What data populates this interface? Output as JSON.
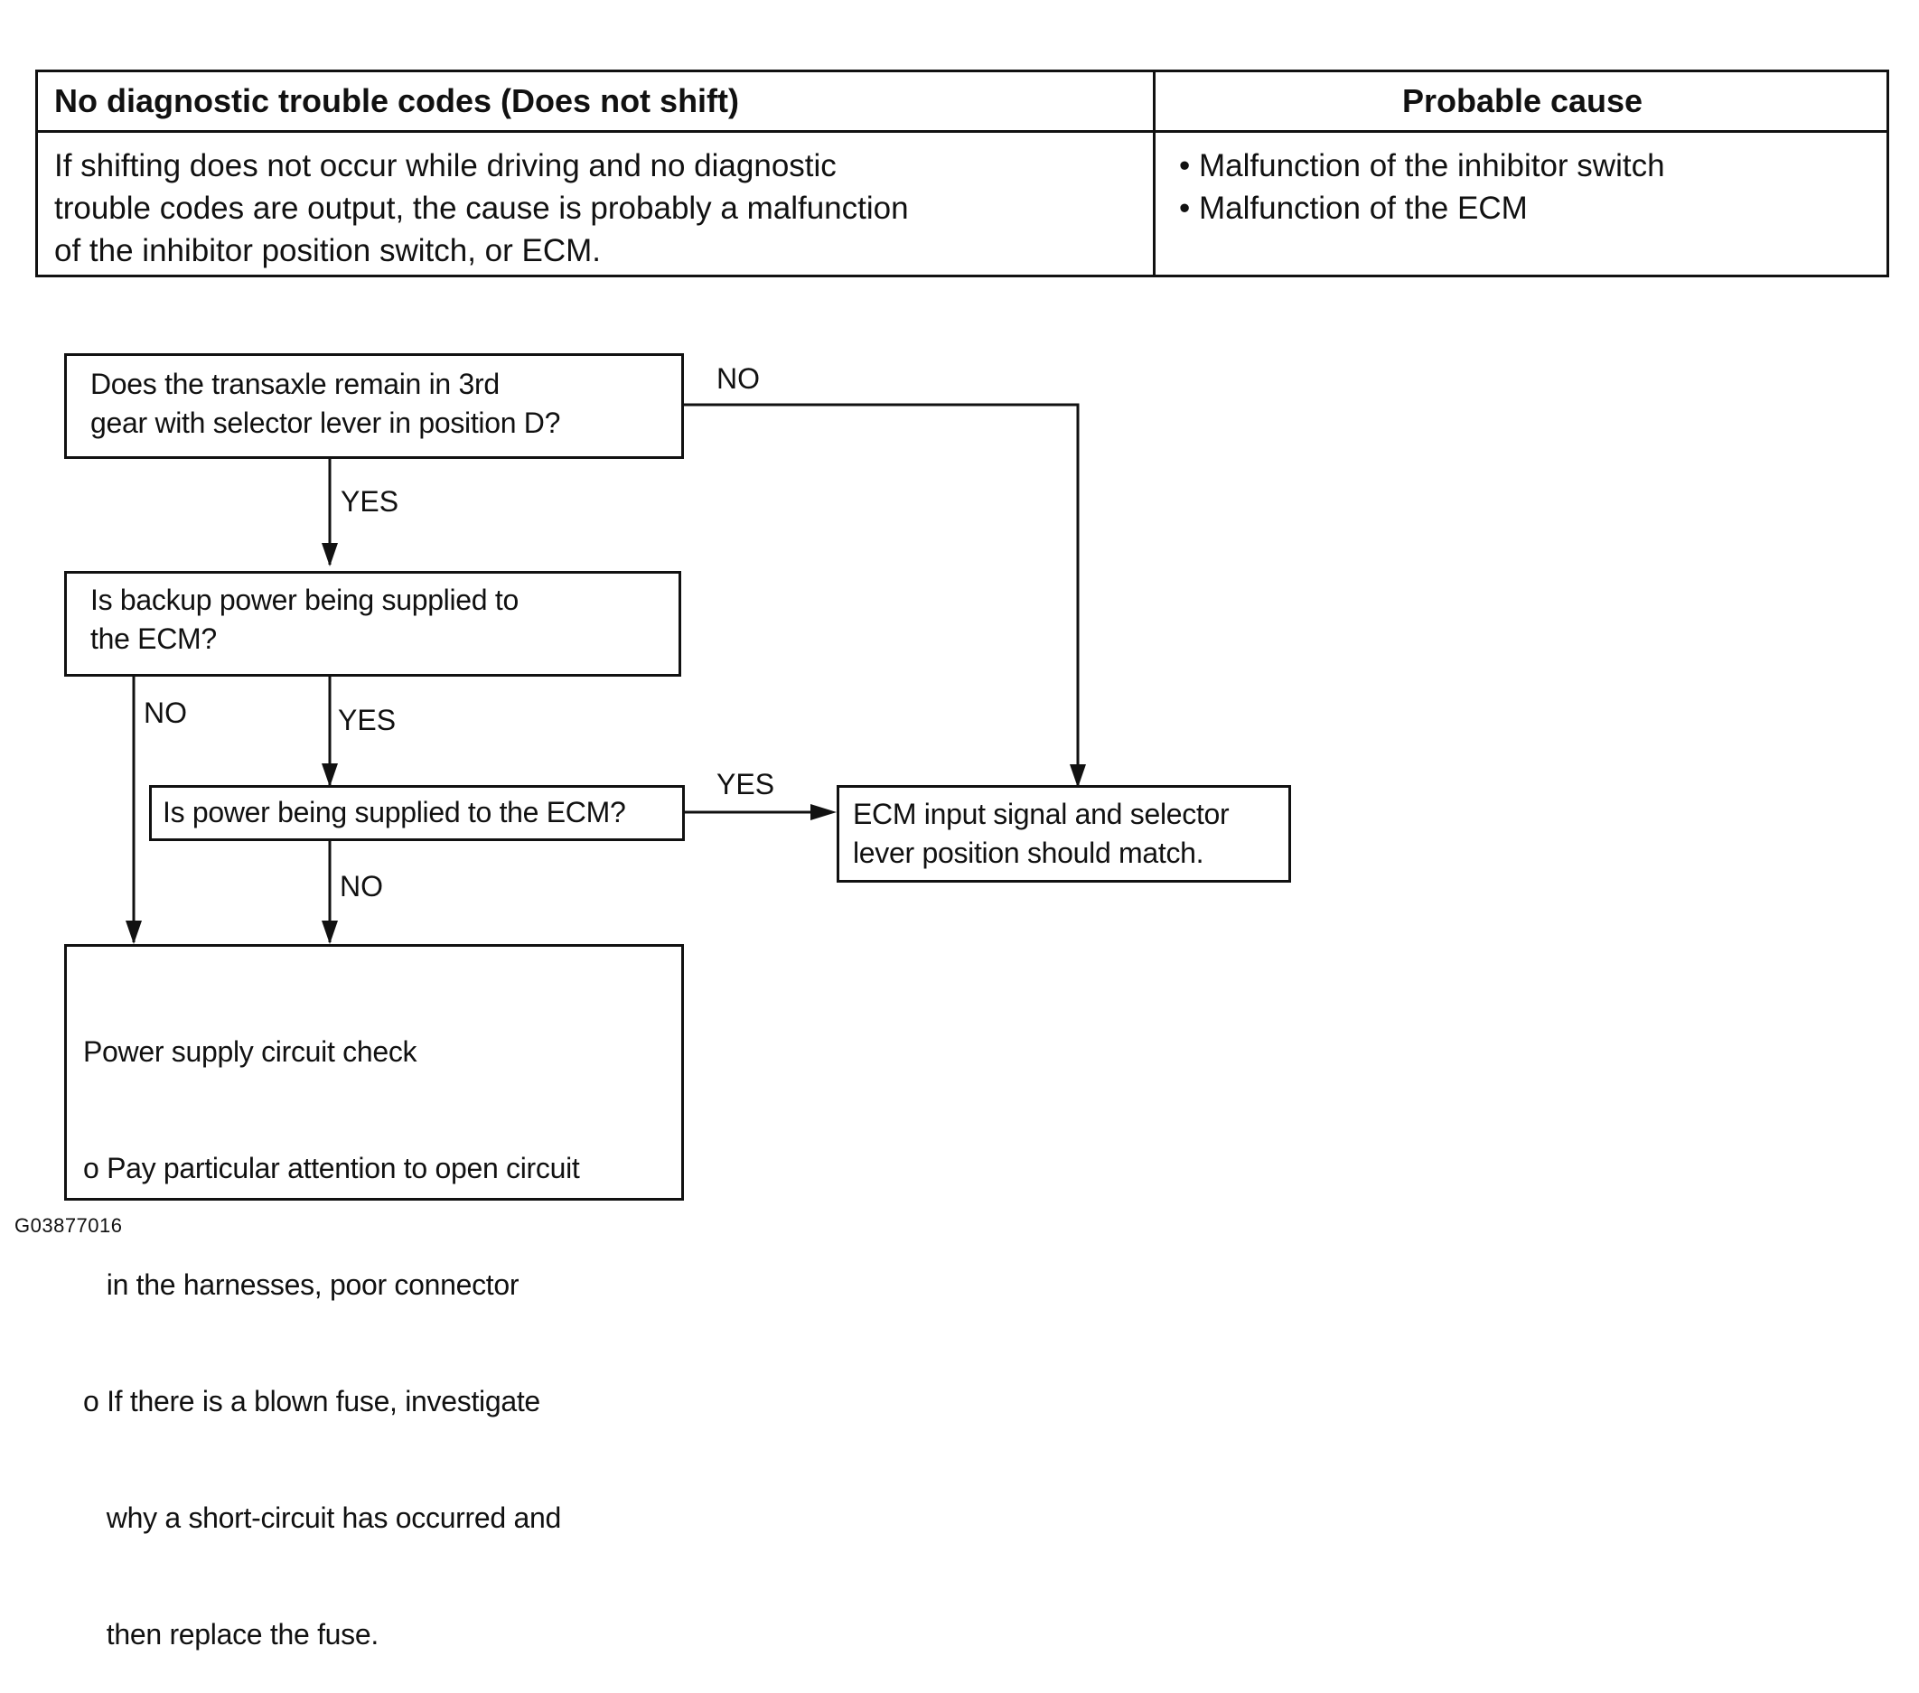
{
  "table": {
    "header_left": "No diagnostic trouble codes (Does not shift)",
    "header_right": "Probable cause",
    "description_lines": [
      "If shifting does not occur while driving and no diagnostic",
      "trouble codes are output, the cause is probably a malfunction",
      "of the inhibitor position switch, or ECM."
    ],
    "causes": [
      "Malfunction of the inhibitor switch",
      "Malfunction of the ECM"
    ],
    "bullet": "•"
  },
  "flowchart": {
    "q1_lines": [
      "Does the transaxle remain in 3rd",
      "gear with selector lever in position D?"
    ],
    "q2_lines": [
      "Is backup power being supplied to",
      "the ECM?"
    ],
    "q3_lines": [
      "Is power being supplied to the ECM?"
    ],
    "result_match_lines": [
      "ECM input signal and selector",
      "lever position should match."
    ],
    "result_power_lines": [
      "Power supply circuit check",
      "o Pay particular attention to open circuit",
      "   in the harnesses, poor connector",
      "o If there is a blown fuse, investigate",
      "   why a short-circuit has occurred and",
      "   then replace the fuse."
    ],
    "labels": {
      "q1_no": "NO",
      "q1_yes": "YES",
      "q2_no": "NO",
      "q2_yes": "YES",
      "q3_yes": "YES",
      "q3_no": "NO"
    }
  },
  "figure_code": "G03877016"
}
